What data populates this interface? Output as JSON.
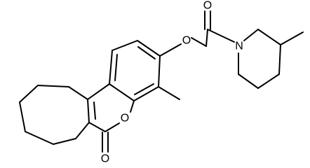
{
  "molecule": {
    "atoms": {
      "ether_oxygen": "O",
      "carbonyl_oxygen_amide": "O",
      "piperidine_nitrogen": "N",
      "ring_oxygen": "O",
      "lactone_carbonyl_oxygen": "O"
    }
  }
}
